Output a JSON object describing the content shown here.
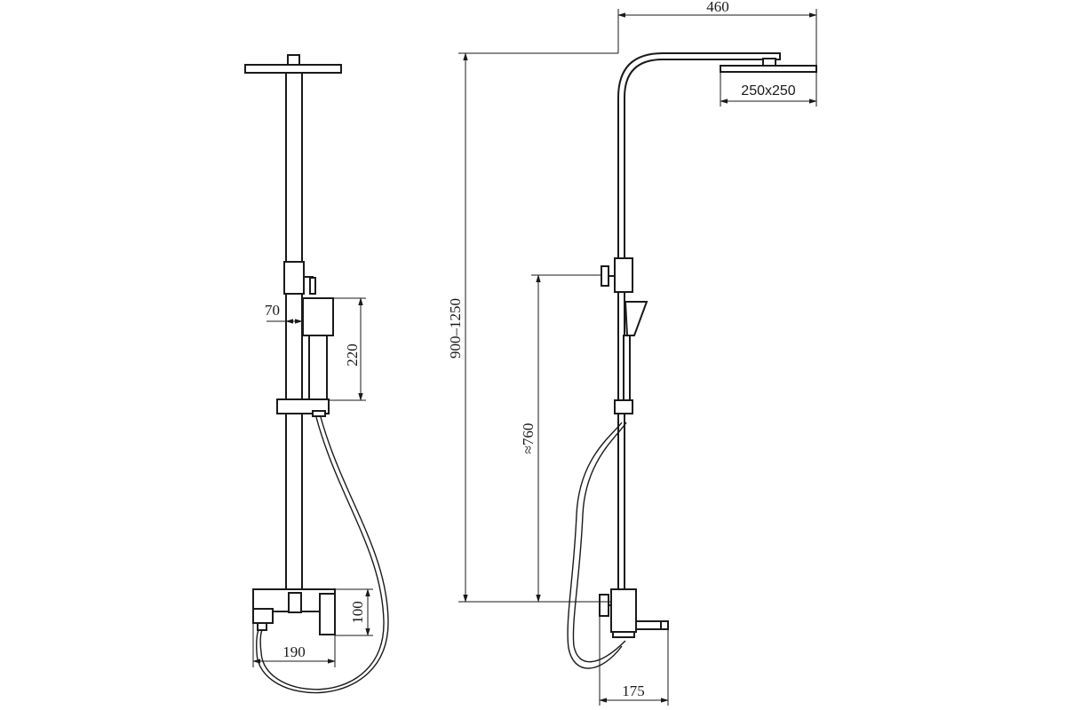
{
  "dimensions": {
    "overall_width": "460",
    "head_size": "250x250",
    "height_range": "900–1250",
    "holder_spacing": "≈760",
    "spout_depth": "175",
    "diverter_width": "70",
    "holder_height": "220",
    "mixer_height": "100",
    "mixer_width": "190"
  }
}
